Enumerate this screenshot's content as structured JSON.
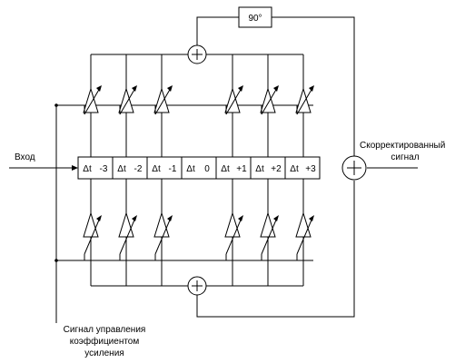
{
  "labels": {
    "input": "Вход",
    "output_line1": "Скорректированный",
    "output_line2": "сигнал",
    "phase": "90°",
    "control_line1": "Сигнал управления",
    "control_line2": "коэффициентом",
    "control_line3": "усиления"
  },
  "delay_cells": [
    {
      "symbol": "Δt",
      "index": "-3"
    },
    {
      "symbol": "Δt",
      "index": "-2"
    },
    {
      "symbol": "Δt",
      "index": "-1"
    },
    {
      "symbol": "Δt",
      "index": "0"
    },
    {
      "symbol": "Δt",
      "index": "+1"
    },
    {
      "symbol": "Δt",
      "index": "+2"
    },
    {
      "symbol": "Δt",
      "index": "+3"
    }
  ],
  "amplifiers_per_row": 6
}
